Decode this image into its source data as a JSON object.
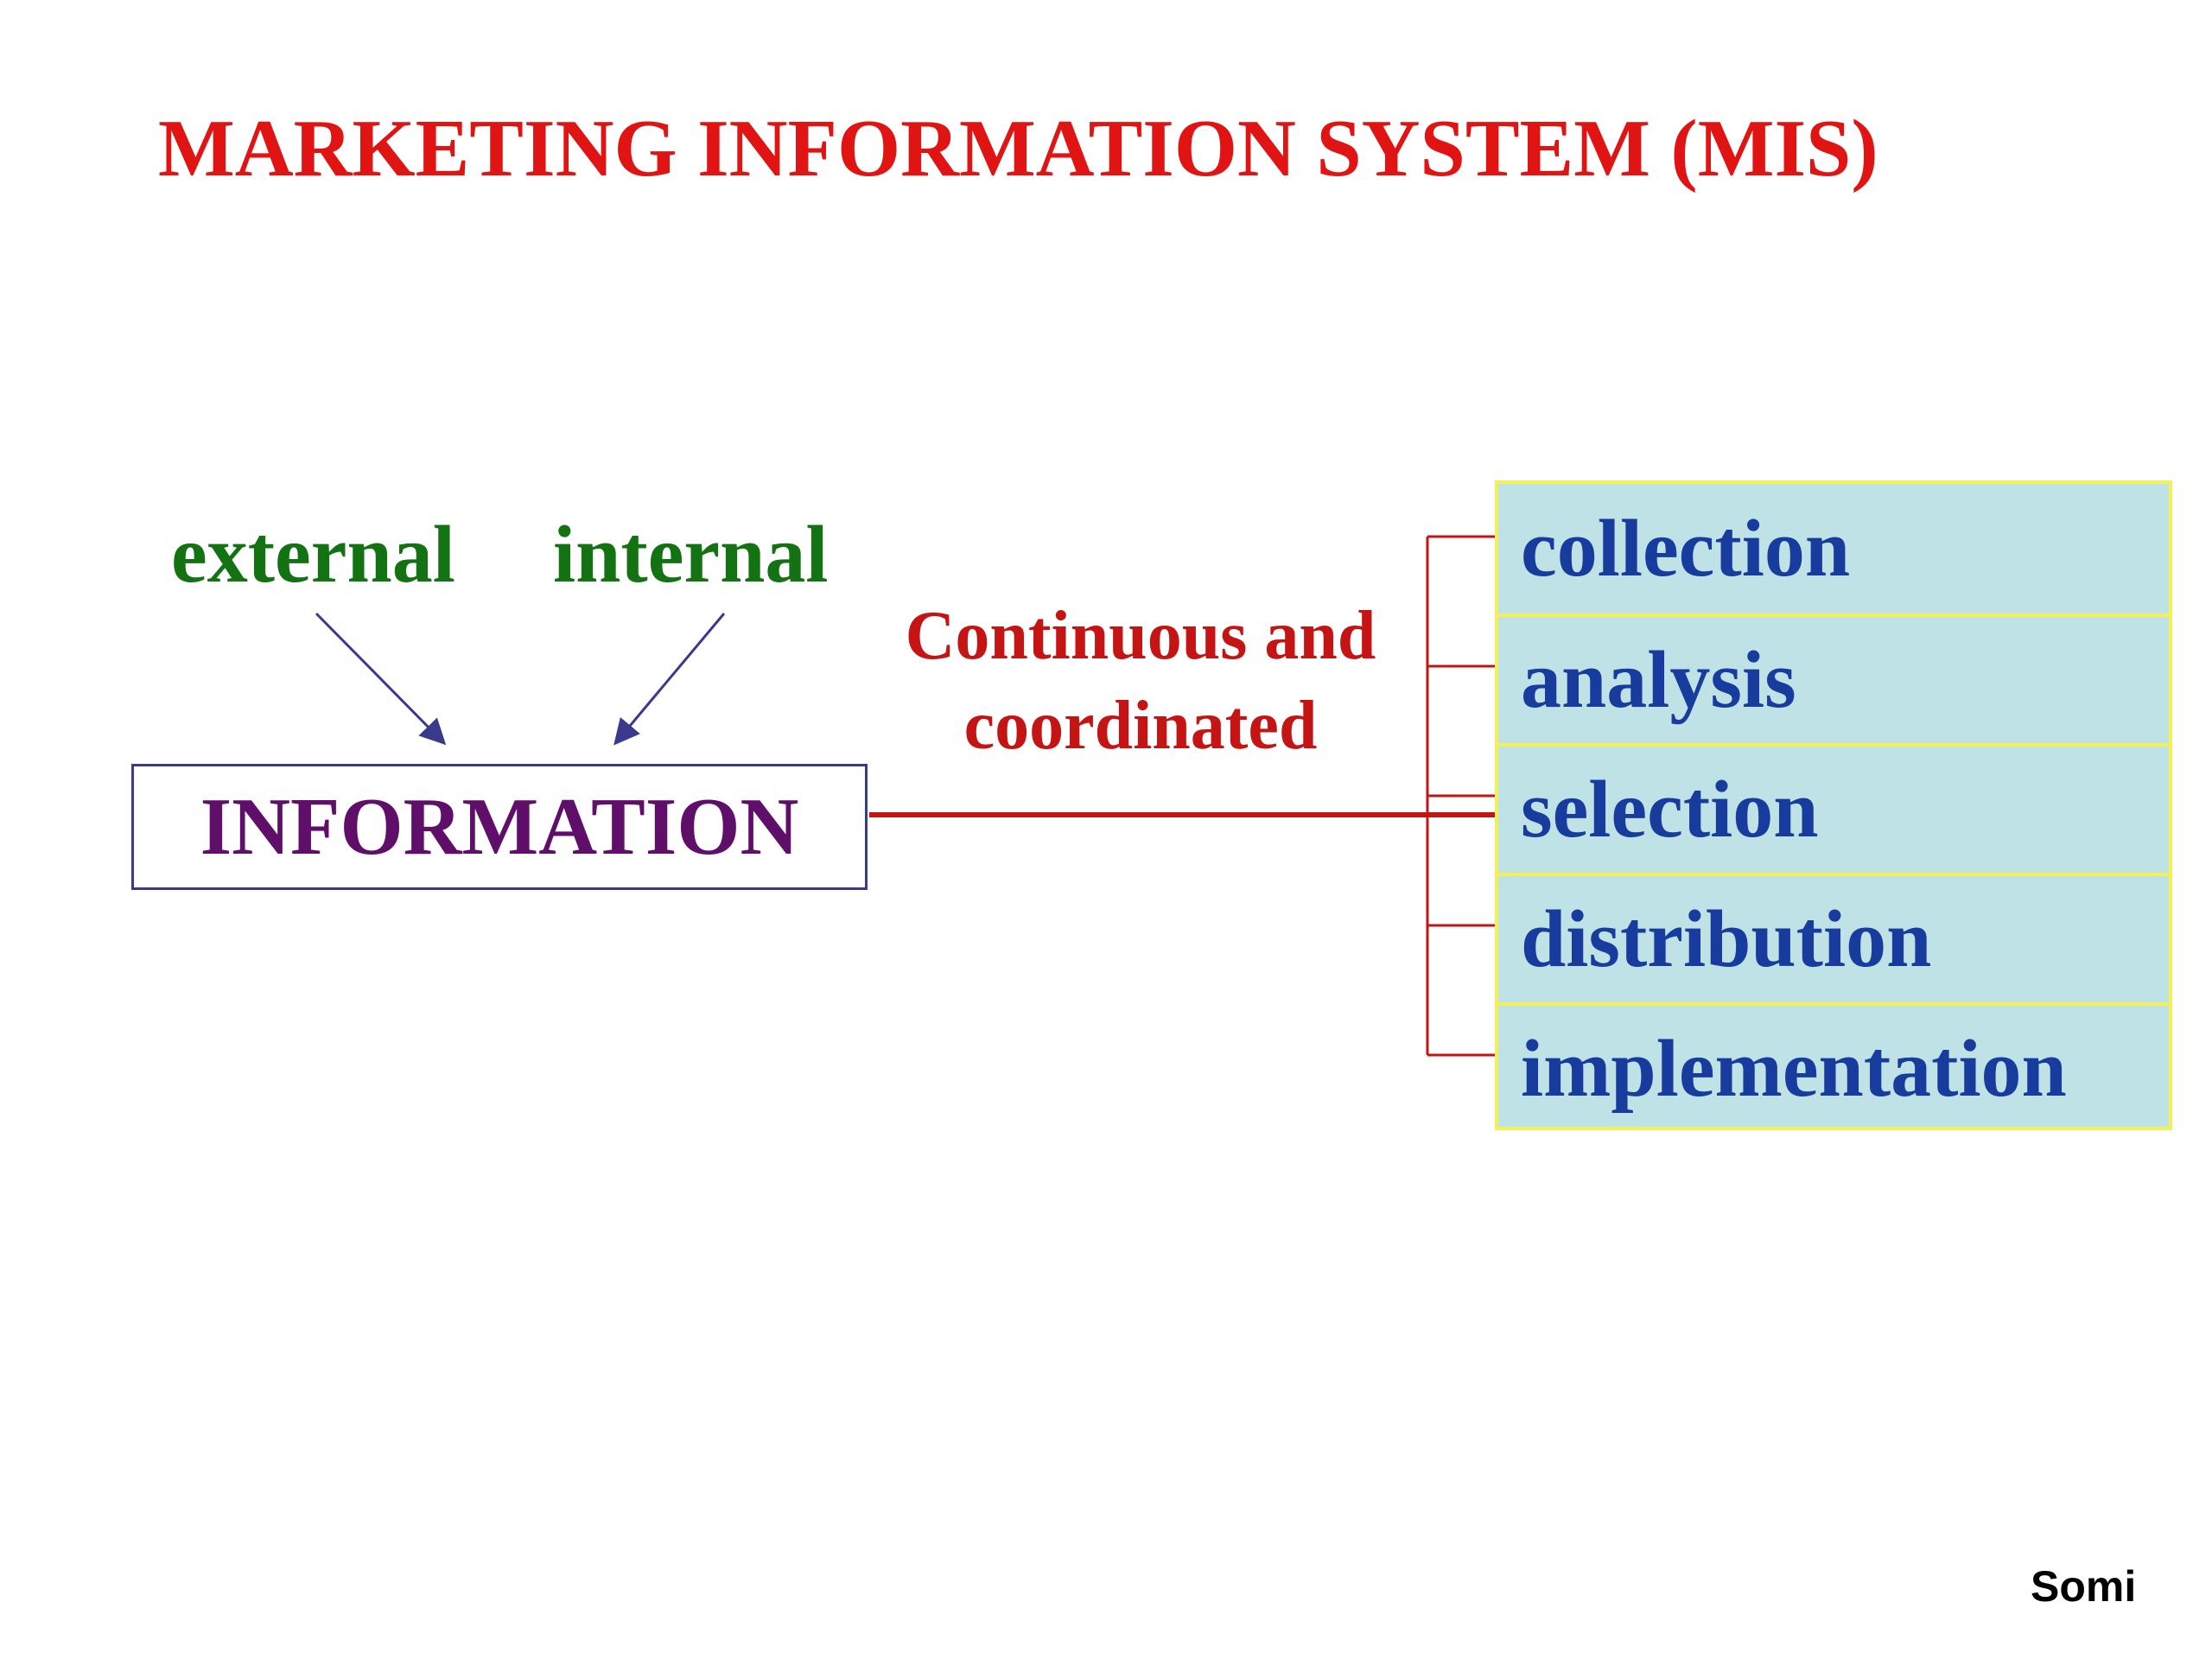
{
  "title": "MARKETING INFORMATION SYSTEM (MIS)",
  "sources": {
    "external": "external",
    "internal": "internal"
  },
  "information": "INFORMATION",
  "process": {
    "line1": "Continuous and",
    "line2": "coordinated"
  },
  "steps": [
    "collection",
    "analysis",
    "selection",
    "distribution",
    "implementation"
  ],
  "footer": "Somi",
  "colors": {
    "title": "#e11414",
    "sources": "#137313",
    "information": "#5f0f6a",
    "process": "#c41414",
    "steps_text": "#173c9e",
    "steps_fill": "#bfe2e6",
    "steps_border": "#f3f05a",
    "arrows": "#3a3a8c",
    "connector": "#c41414"
  }
}
